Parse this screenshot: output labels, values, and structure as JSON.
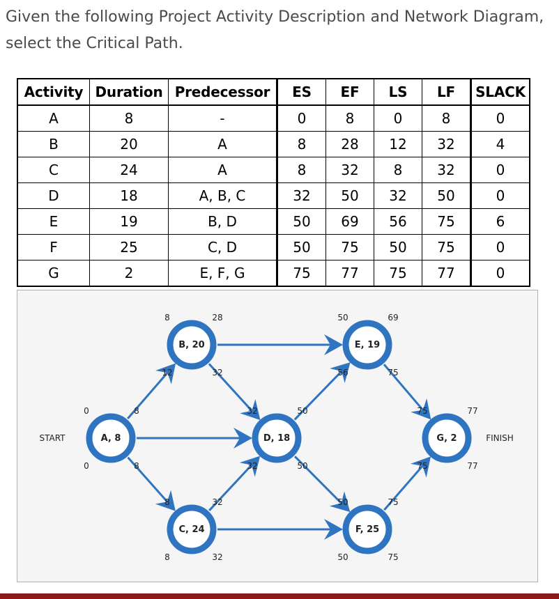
{
  "question": "Given the following Project Activity Description and Network Diagram, select the Critical Path.",
  "table": {
    "headers": [
      "Activity",
      "Duration",
      "Predecessor",
      "ES",
      "EF",
      "LS",
      "LF",
      "SLACK"
    ],
    "rows": [
      [
        "A",
        "8",
        "-",
        "0",
        "8",
        "0",
        "8",
        "0"
      ],
      [
        "B",
        "20",
        "A",
        "8",
        "28",
        "12",
        "32",
        "4"
      ],
      [
        "C",
        "24",
        "A",
        "8",
        "32",
        "8",
        "32",
        "0"
      ],
      [
        "D",
        "18",
        "A, B, C",
        "32",
        "50",
        "32",
        "50",
        "0"
      ],
      [
        "E",
        "19",
        "B, D",
        "50",
        "69",
        "56",
        "75",
        "6"
      ],
      [
        "F",
        "25",
        "C, D",
        "50",
        "75",
        "50",
        "75",
        "0"
      ],
      [
        "G",
        "2",
        "E, F, G",
        "75",
        "77",
        "75",
        "77",
        "0"
      ]
    ]
  },
  "diagram": {
    "start_label": "START",
    "finish_label": "FINISH",
    "node_color": "#2f74c0",
    "nodes": [
      {
        "id": "A",
        "label": "A, 8",
        "tl": "0",
        "tr": "8",
        "bl": "0",
        "br": "8"
      },
      {
        "id": "B",
        "label": "B, 20",
        "tl": "8",
        "tr": "28",
        "bl": "12",
        "br": "32"
      },
      {
        "id": "C",
        "label": "C, 24",
        "tl": "8",
        "tr": "32",
        "bl": "8",
        "br": "32"
      },
      {
        "id": "D",
        "label": "D, 18",
        "tl": "32",
        "tr": "50",
        "bl": "32",
        "br": "50"
      },
      {
        "id": "E",
        "label": "E, 19",
        "tl": "50",
        "tr": "69",
        "bl": "56",
        "br": "75"
      },
      {
        "id": "F",
        "label": "F, 25",
        "tl": "50",
        "tr": "",
        "bl": "50",
        "br": "75"
      },
      {
        "id": "G",
        "label": "G, 2",
        "tl": "75",
        "tr": "77",
        "bl": "75",
        "br": "77"
      }
    ],
    "extra_labels": {
      "F_top_right": "75"
    }
  }
}
